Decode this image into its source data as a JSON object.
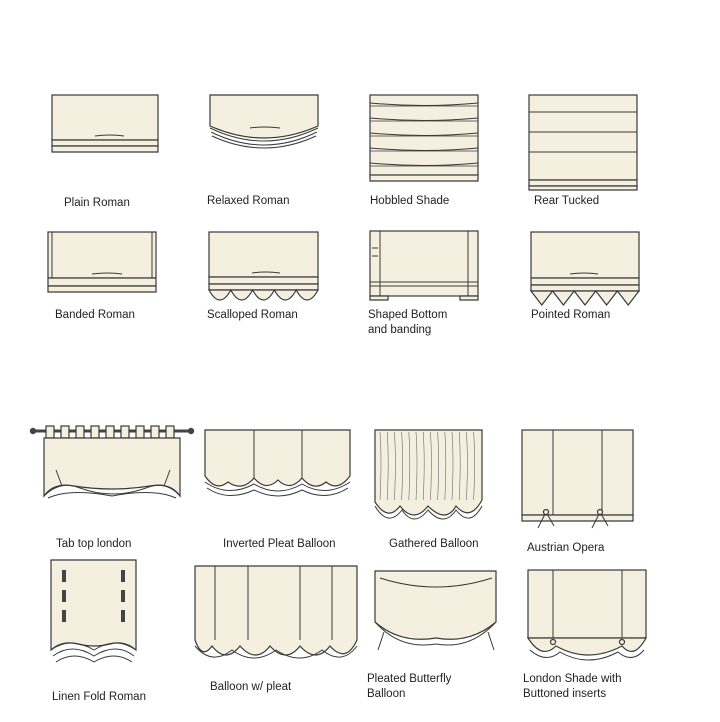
{
  "colors": {
    "fabric": "#f4efdf",
    "stroke": "#3a3a3a",
    "shade": "#c9c2ad",
    "rod": "#444444"
  },
  "shades": [
    {
      "id": "plain-roman",
      "lines": [
        "Plain Roman"
      ],
      "icon": "plain-roman-icon"
    },
    {
      "id": "relaxed-roman",
      "lines": [
        "Relaxed Roman"
      ],
      "icon": "relaxed-roman-icon"
    },
    {
      "id": "hobbled-shade",
      "lines": [
        "Hobbled Shade"
      ],
      "icon": "hobbled-shade-icon"
    },
    {
      "id": "rear-tucked",
      "lines": [
        "Rear Tucked"
      ],
      "icon": "rear-tucked-icon"
    },
    {
      "id": "banded-roman",
      "lines": [
        "Banded Roman"
      ],
      "icon": "banded-roman-icon"
    },
    {
      "id": "scalloped-roman",
      "lines": [
        "Scalloped Roman"
      ],
      "icon": "scalloped-roman-icon"
    },
    {
      "id": "shaped-bottom",
      "lines": [
        "Shaped Bottom",
        "and banding"
      ],
      "icon": "shaped-bottom-icon"
    },
    {
      "id": "pointed-roman",
      "lines": [
        "Pointed Roman"
      ],
      "icon": "pointed-roman-icon"
    },
    {
      "id": "tab-top-london",
      "lines": [
        "Tab top london"
      ],
      "icon": "tab-top-london-icon"
    },
    {
      "id": "inverted-pleat-balloon",
      "lines": [
        "Inverted Pleat Balloon"
      ],
      "icon": "inverted-pleat-balloon-icon"
    },
    {
      "id": "gathered-balloon",
      "lines": [
        "Gathered Balloon"
      ],
      "icon": "gathered-balloon-icon"
    },
    {
      "id": "austrian-opera",
      "lines": [
        "Austrian Opera"
      ],
      "icon": "austrian-opera-icon"
    },
    {
      "id": "linen-fold-roman",
      "lines": [
        "Linen Fold Roman"
      ],
      "icon": "linen-fold-roman-icon"
    },
    {
      "id": "balloon-w-pleat",
      "lines": [
        "Balloon w/ pleat"
      ],
      "icon": "balloon-w-pleat-icon"
    },
    {
      "id": "pleated-butterfly-balloon",
      "lines": [
        "Pleated Butterfly",
        "Balloon"
      ],
      "icon": "pleated-butterfly-balloon-icon"
    },
    {
      "id": "london-shade-buttoned",
      "lines": [
        "London Shade with",
        "Buttoned inserts"
      ],
      "icon": "london-shade-buttoned-icon"
    }
  ]
}
